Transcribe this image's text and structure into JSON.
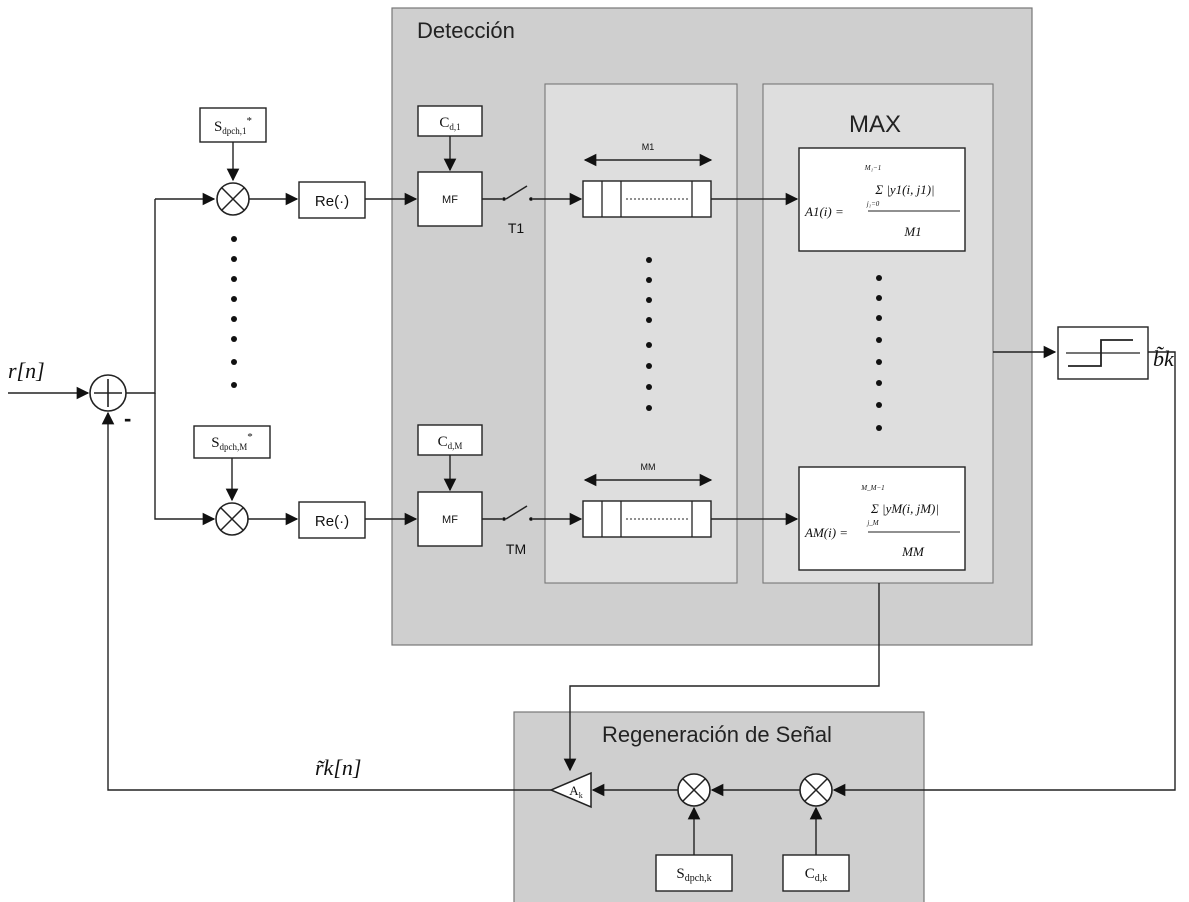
{
  "input": {
    "label": "r[n]"
  },
  "summer_minus": "-",
  "output": {
    "label": "b̃k"
  },
  "feedback": {
    "label": "r̃k[n]"
  },
  "branches": [
    {
      "spread": "Sdpch,1*",
      "re": "Re(·)",
      "code": "Cd,1",
      "mf": "MF",
      "switch": "T1",
      "buffer_len": "M1",
      "metric_num": "Σ |y1(i, j1)|",
      "metric_lhs": "A1(i) =",
      "metric_den": "M1"
    },
    {
      "spread": "Sdpch,M*",
      "re": "Re(·)",
      "code": "Cd,M",
      "mf": "MF",
      "switch": "TM",
      "buffer_len": "MM",
      "metric_num": "Σ |yM(i, jM)|",
      "metric_lhs": "AM(i) =",
      "metric_den": "MM"
    }
  ],
  "detection": {
    "title": "Detección",
    "max_label": "MAX"
  },
  "regeneration": {
    "title": "Regeneración de Señal",
    "amp": "Ak",
    "spread": "Sdpch,k",
    "code": "Cd,k"
  }
}
